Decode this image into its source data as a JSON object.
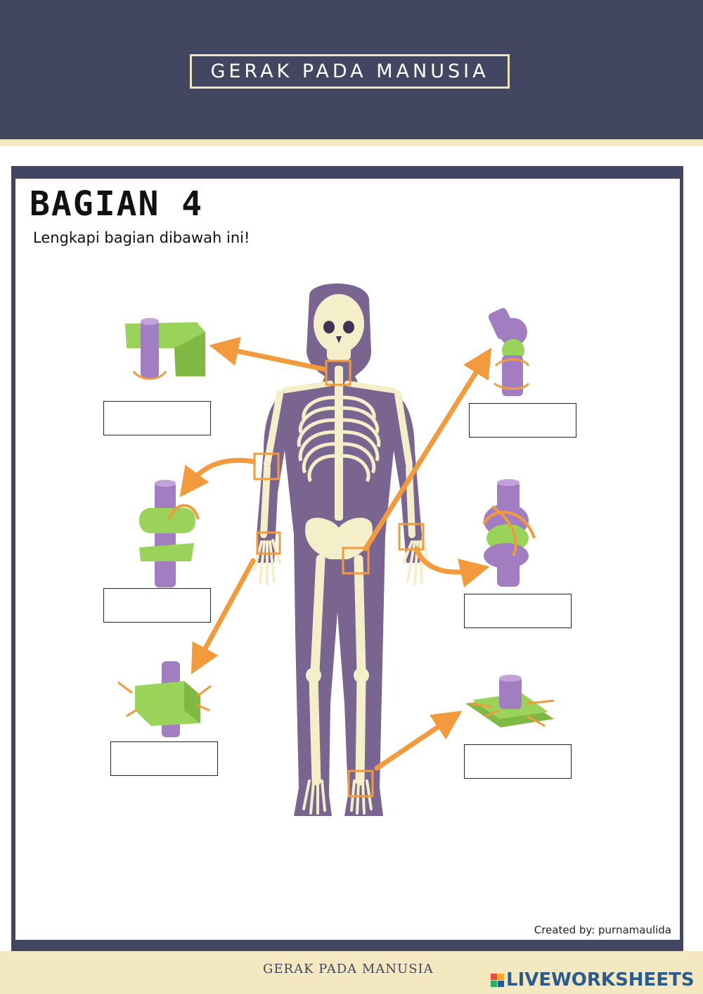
{
  "header": {
    "title": "GERAK PADA MANUSIA"
  },
  "section": {
    "heading": "BAGIAN 4",
    "instruction": "Lengkapi bagian dibawah ini!"
  },
  "answers": [
    "",
    "",
    "",
    "",
    "",
    ""
  ],
  "credit": "Created by: purnamaulida",
  "footer": {
    "title": "GERAK PADA MANUSIA",
    "brand": "LIVEWORKSHEETS"
  },
  "colors": {
    "navy": "#424660",
    "cream": "#f3e8bf",
    "bone": "#f4efc9",
    "body": "#7a6490",
    "joint_green": "#9ad35a",
    "joint_purple": "#a37dc2",
    "arrow_orange": "#f29a3c"
  },
  "icons": [
    "pivot-joint-icon",
    "hinge-joint-icon",
    "saddle-joint-icon",
    "ball-socket-joint-icon",
    "ellipsoid-joint-icon",
    "gliding-joint-icon"
  ]
}
